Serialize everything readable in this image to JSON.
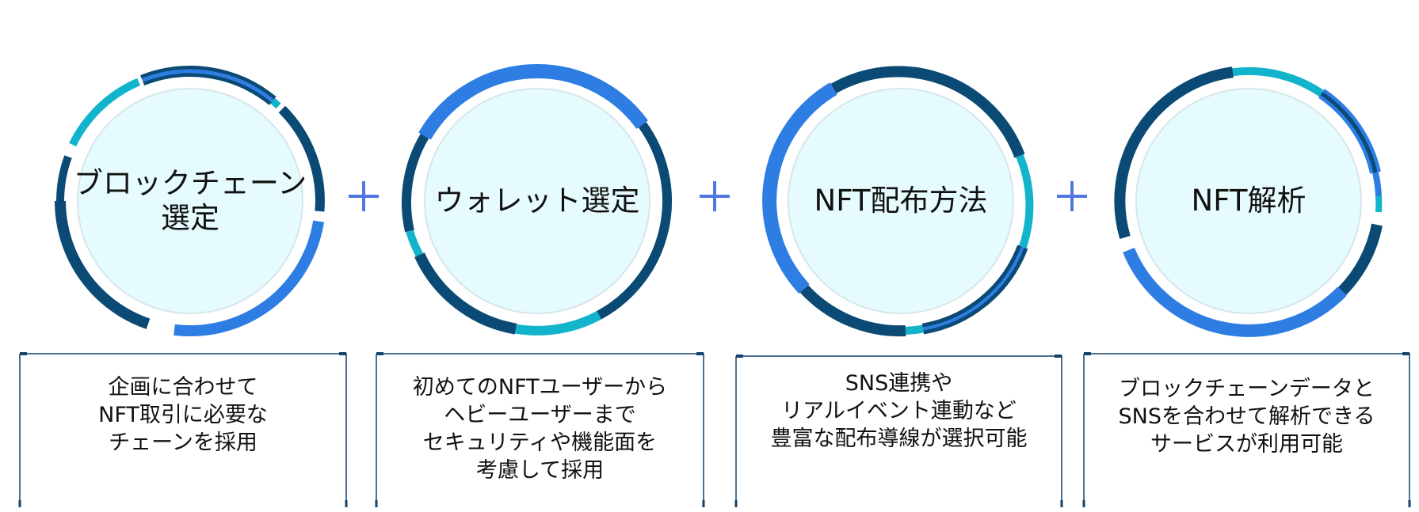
{
  "colors": {
    "ring_fill": "#e6fbfd",
    "ring_inner_line": "#d6e6ea",
    "dark": "#0a4a74",
    "blue": "#2d7de3",
    "cyan": "#12b4cc",
    "plus": "#4f78e0",
    "card_border": "#14426e"
  },
  "steps": [
    {
      "title": "ブロックチェーン\n選定",
      "description": "企画に合わせて\nNFT取引に必要な\nチェーンを採用"
    },
    {
      "title": "ウォレット選定",
      "description": "初めてのNFTユーザーから\nヘビーユーザーまで\nセキュリティや機能面を\n考慮して採用"
    },
    {
      "title": "NFT配布方法",
      "description": "SNS連携や\nリアルイベント連動など\n豊富な配布導線が選択可能"
    },
    {
      "title": "NFT解析",
      "description": "ブロックチェーンデータと\nSNSを合わせて解析できる\nサービスが利用可能"
    }
  ],
  "connectors": [
    "plus-icon",
    "plus-icon",
    "plus-icon"
  ]
}
